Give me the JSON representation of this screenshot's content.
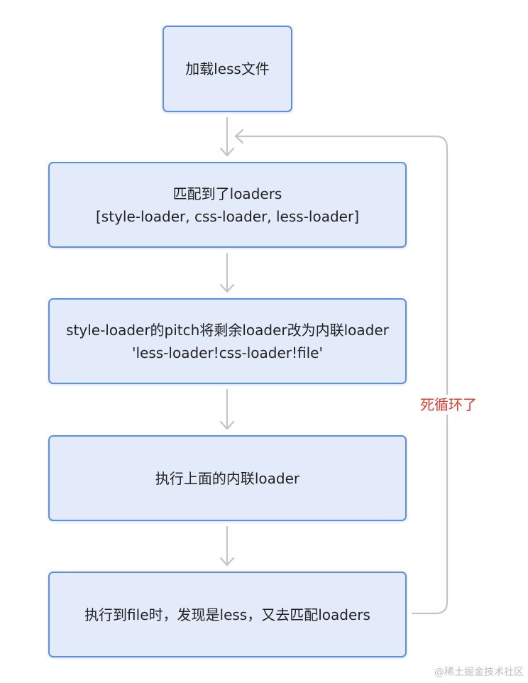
{
  "diagram": {
    "nodes": [
      {
        "lines": [
          "加载less文件"
        ]
      },
      {
        "lines": [
          "匹配到了loaders",
          "[style-loader, css-loader, less-loader]"
        ]
      },
      {
        "lines": [
          "style-loader的pitch将剩余loader改为内联loader",
          "'less-loader!css-loader!file'"
        ]
      },
      {
        "lines": [
          "执行上面的内联loader"
        ]
      },
      {
        "lines": [
          "执行到file时，发现是less，又去匹配loaders"
        ]
      }
    ],
    "loop_label": "死循环了",
    "colors": {
      "node_fill": "#e3ebfb",
      "node_border": "#5b8ee6",
      "edge": "#c4c4c4",
      "loop_label": "#e23b2e"
    }
  },
  "watermark": "@稀土掘金技术社区"
}
